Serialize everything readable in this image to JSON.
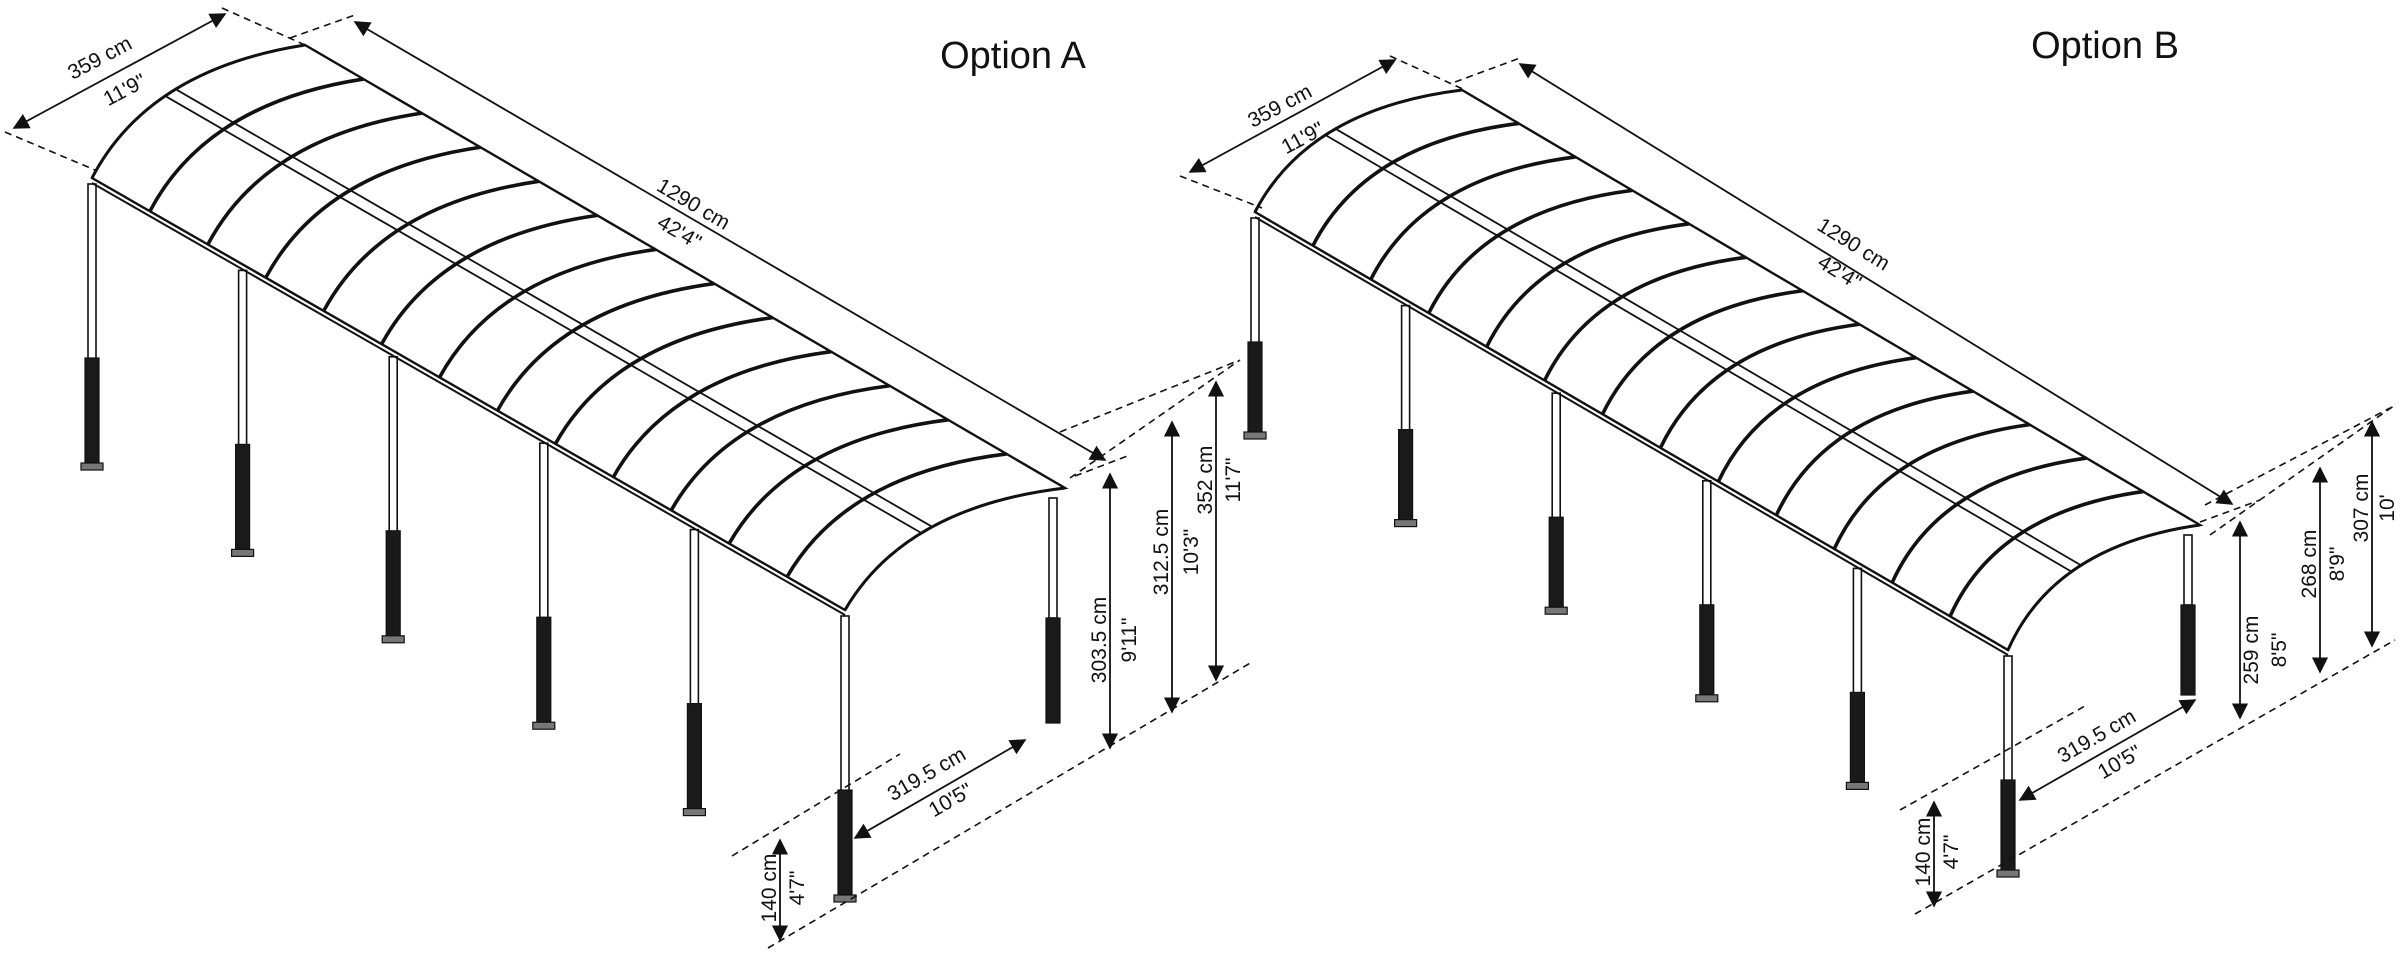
{
  "options": [
    {
      "title": "Option A",
      "width_cm": "359 cm",
      "width_ft": "11'9\"",
      "length_cm": "1290 cm",
      "length_ft": "42'4\"",
      "eave_height_cm": "303.5 cm",
      "eave_height_ft": "9'11\"",
      "mid_height_cm": "312.5 cm",
      "mid_height_ft": "10'3\"",
      "peak_height_cm": "352 cm",
      "peak_height_ft": "11'7\"",
      "post_spacing_cm": "319.5 cm",
      "post_spacing_ft": "10'5\"",
      "footing_cm": "140 cm",
      "footing_ft": "4'7\""
    },
    {
      "title": "Option B",
      "width_cm": "359 cm",
      "width_ft": "11'9\"",
      "length_cm": "1290 cm",
      "length_ft": "42'4\"",
      "eave_height_cm": "259 cm",
      "eave_height_ft": "8'5\"",
      "mid_height_cm": "268 cm",
      "mid_height_ft": "8'9\"",
      "peak_height_cm": "307 cm",
      "peak_height_ft": "10'",
      "post_spacing_cm": "319.5 cm",
      "post_spacing_ft": "10'5\"",
      "footing_cm": "140 cm",
      "footing_ft": "4'7\""
    }
  ],
  "colors": {
    "line": "#111111",
    "panel": "#ffffff",
    "footing": "#1a1a1a"
  }
}
